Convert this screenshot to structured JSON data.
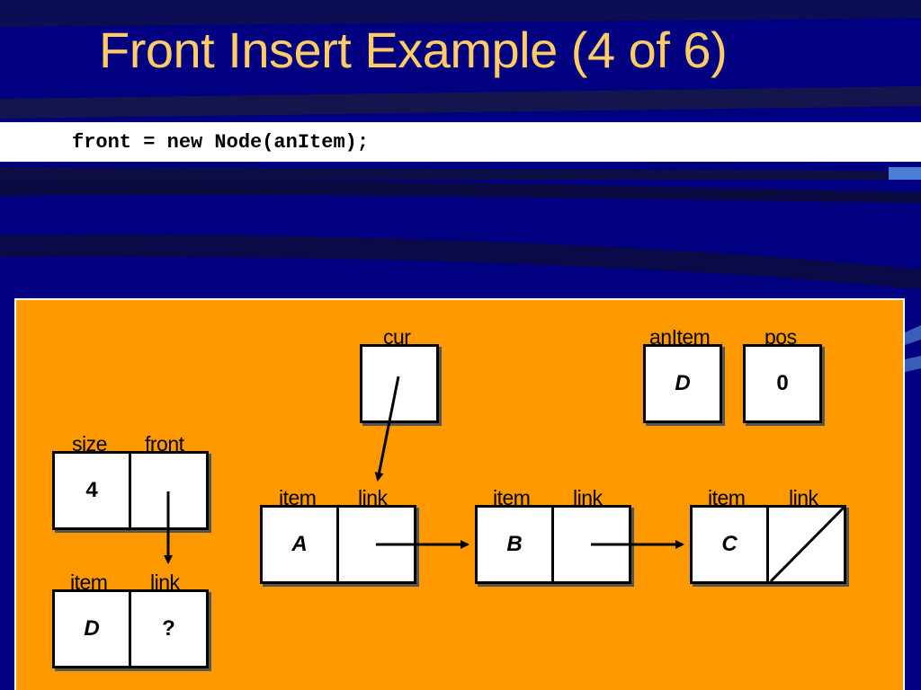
{
  "slide": {
    "title": "Front Insert Example (4 of 6)",
    "code": "front = new Node(anItem);"
  },
  "diagram": {
    "cur": {
      "label": "cur"
    },
    "anItem": {
      "label": "anItem",
      "value": "D"
    },
    "pos": {
      "label": "pos",
      "value": "0"
    },
    "list": {
      "size_label": "size",
      "front_label": "front",
      "size_value": "4"
    },
    "new_node": {
      "item_label": "item",
      "link_label": "link",
      "item_value": "D",
      "link_value": "?"
    },
    "nodes": [
      {
        "item_label": "item",
        "link_label": "link",
        "item_value": "A"
      },
      {
        "item_label": "item",
        "link_label": "link",
        "item_value": "B"
      },
      {
        "item_label": "item",
        "link_label": "link",
        "item_value": "C"
      }
    ]
  },
  "colors": {
    "background": "#000080",
    "title": "#FFCC66",
    "panel": "#FF9900",
    "code_bar": "#FFFFFF"
  }
}
